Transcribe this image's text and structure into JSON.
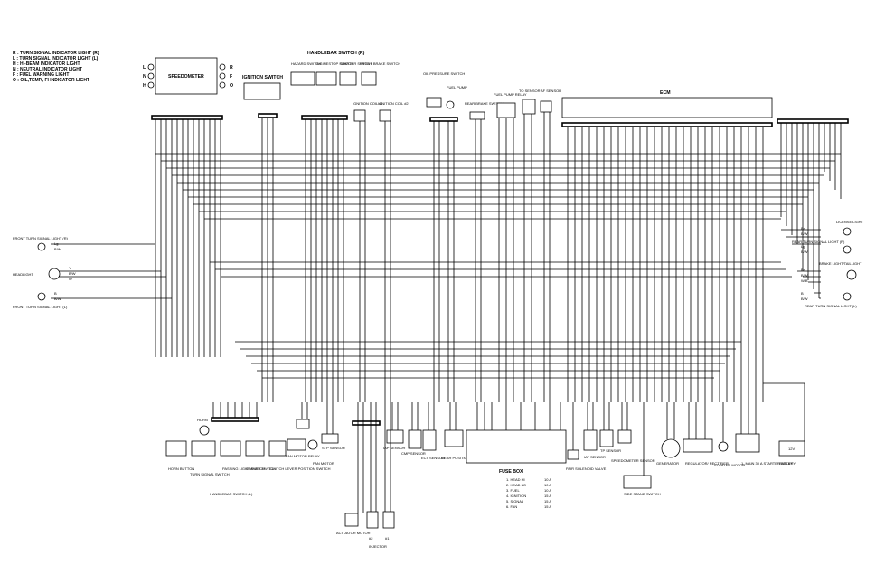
{
  "legend": [
    "R : TURN SIGNAL INDICATOR LIGHT (R)",
    "L : TURN SIGNAL INDICATOR LIGHT (L)",
    "H : HI-BEAM INDICATOR LIGHT",
    "N : NEUTRAL INDICATOR LIGHT",
    "F : FUEL WARNING LIGHT",
    "O : OIL,TEMP., FI INDICATOR LIGHT"
  ],
  "labels": {
    "speedometer": "SPEEDOMETER",
    "ignition_switch": "IGNITION SWITCH",
    "handlebar_r": "HANDLEBAR SWITCH (R)",
    "hazard": "HAZARD SWITCH",
    "engine_stop": "ENGINESTOP SWITCH",
    "starter": "STARTER SWITCH",
    "front_brake": "FRONT BRAKE SWITCH",
    "ign_coil1": "IGNITION COIL #1",
    "ign_coil2": "IGNITION COIL #2",
    "oil_pressure": "OIL PRESSURE SWITCH",
    "fuel_pump": "FUEL PUMP",
    "rear_brake": "REAR BRAKE SWITCH",
    "fuel_pump_relay": "FUEL PUMP RELAY",
    "to_sensor": "TO SENSOR",
    "af_sensor": "AF SENSOR",
    "ecm": "ECM",
    "license_light": "LICENSE LIGHT",
    "rear_turn_r": "REAR TURN SIGNAL LIGHT (R)",
    "brake_tail": "BRAKE LIGHT/TAILLIGHT",
    "rear_turn_l": "REAR TURN SIGNAL LIGHT (L)",
    "front_turn_r": "FRONT TURN SIGNAL LIGHT (R)",
    "headlight": "HEADLIGHT",
    "front_turn_l": "FRONT TURN SIGNAL LIGHT (L)",
    "horn": "HORN",
    "horn_button": "HORN BUTTON",
    "turn_switch": "TURN SIGNAL SWITCH",
    "passing_switch": "PASSING LIGHT SWITCH",
    "dimmer_switch": "DIMMER SWITCH",
    "clutch_switch": "CLUTCH LEVER POSITION SWITCH",
    "handlebar_l": "HANDLEBAR SWITCH (L)",
    "fan_motor_relay": "FAN MOTOR RELAY",
    "fan_motor": "FAN MOTOR",
    "stp_sensor": "STP SENSOR",
    "actuator_motor": "ACTUATOR MOTOR",
    "injector": "INJECTOR",
    "inj2": "#2",
    "inj1": "#1",
    "iap_sensor": "IAP SENSOR",
    "ckp_sensor": "CMP SENSOR",
    "ect_sensor": "ECT SENSOR",
    "gear_position": "GEAR POSITION SWITCH",
    "fuse_box": "FUSE BOX",
    "pair_valve": "PAIR SOLENOID VALVE",
    "iat_sensor": "IAT SENSOR",
    "tp_sensor": "TP SENSOR",
    "speedometer_sensor": "SPEEDOMETER SENSOR",
    "side_stand": "SIDE STAND SWITCH",
    "generator": "GENERATOR",
    "regulator": "REGULATOR/ RECTIFIER",
    "starter_motor": "STARTER MOTOR",
    "starter_relay": "1. MAIN 30 A STARTER RELAY",
    "battery": "BATTERY",
    "battery_v": "12V"
  },
  "fuses": [
    {
      "name": "1. HEAD HI",
      "rating": "10 A"
    },
    {
      "name": "2. HEAD LO",
      "rating": "10 A"
    },
    {
      "name": "3. FUEL",
      "rating": "10 A"
    },
    {
      "name": "4. IGNITION",
      "rating": "15 A"
    },
    {
      "name": "5. SIGNAL",
      "rating": "15 A"
    },
    {
      "name": "6. FAN",
      "rating": "15 A"
    }
  ],
  "indicator_letters": [
    "L",
    "N",
    "H",
    "R",
    "F",
    "O"
  ],
  "wire_codes": {
    "headlight": [
      "Y",
      "B/W",
      "W"
    ],
    "front_turn": [
      "Lg",
      "B/W"
    ],
    "front_turn_l": [
      "B",
      "B/W"
    ],
    "license": [
      "Br",
      "B/W"
    ],
    "rear_turn_r": [
      "Lg",
      "B/W"
    ],
    "brake": [
      "Br",
      "B/W",
      "W/B"
    ],
    "rear_turn_l": [
      "B",
      "B/W"
    ]
  }
}
